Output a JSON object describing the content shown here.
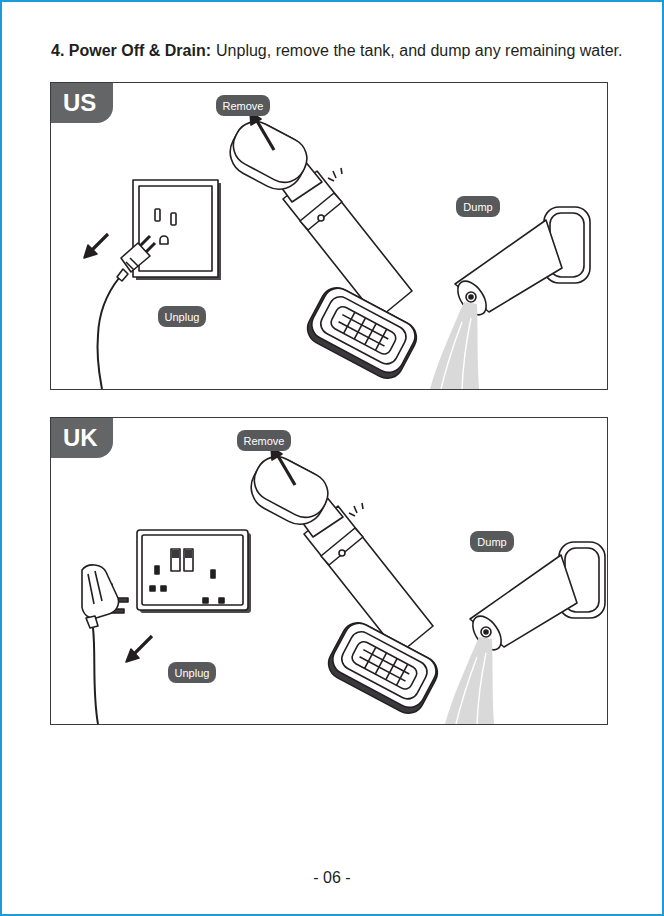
{
  "diagram": {
    "title": "4. Power Off & Drain:",
    "nodes": [
      {
        "text": [
          "US"
        ]
      },
      {
        "text": [
          "Remove"
        ],
        "in": 0
      },
      {
        "text": [
          "Dump"
        ],
        "in": 0
      },
      {
        "text": [
          "Unplug"
        ],
        "in": 0
      },
      {
        "text": [
          "UK"
        ]
      },
      {
        "text": [
          "Remove"
        ],
        "in": 4
      },
      {
        "text": [
          "Dump"
        ],
        "in": 4
      },
      {
        "text": [
          "Unplug"
        ],
        "in": 4
      }
    ],
    "labels": [
      "Unplug, remove the tank, and dump any remaining water.",
      "- 06 -"
    ]
  }
}
